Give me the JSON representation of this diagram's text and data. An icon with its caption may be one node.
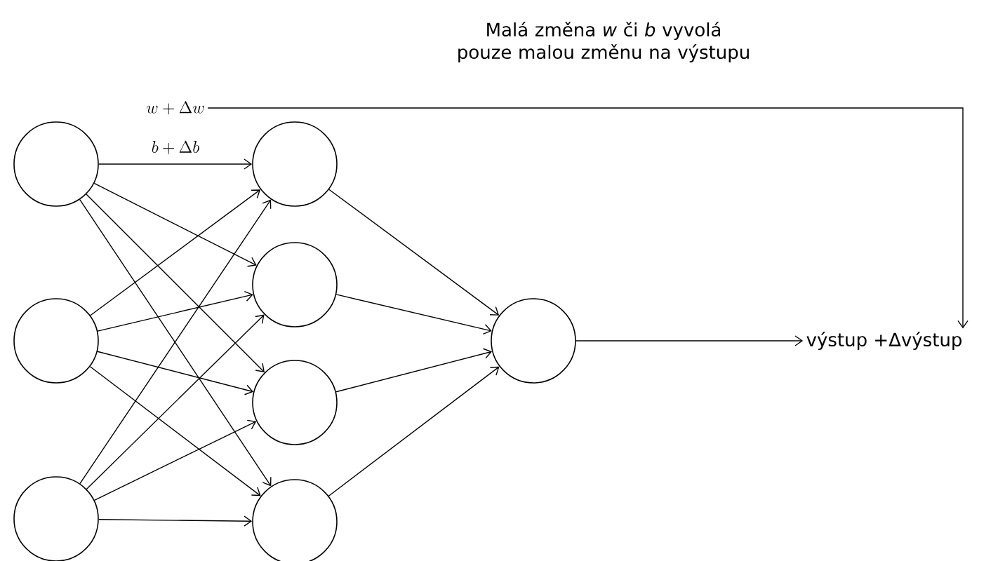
{
  "diagram": {
    "title": "Malá změna *w* či *b* vyvolá pouze malou změnu na výstupu",
    "nodes": [
      {
        "text": [],
        "shape": "circle"
      },
      {
        "text": [],
        "shape": "circle"
      },
      {
        "text": [],
        "shape": "circle"
      },
      {
        "text": [],
        "shape": "circle"
      },
      {
        "text": [],
        "shape": "circle"
      },
      {
        "text": [],
        "shape": "circle"
      },
      {
        "text": [],
        "shape": "circle"
      },
      {
        "text": [],
        "shape": "circle"
      },
      {
        "text": [
          "výstup +Δvýstup"
        ]
      },
      {
        "text": [
          "w + \\Delta w"
        ]
      }
    ],
    "edges": [
      {
        "from": 0,
        "to": 3,
        "arrow": "to",
        "label": "b + \\Delta b"
      },
      {
        "from": 0,
        "to": 4,
        "arrow": "to"
      },
      {
        "from": 0,
        "to": 5,
        "arrow": "to"
      },
      {
        "from": 0,
        "to": 6,
        "arrow": "to"
      },
      {
        "from": 1,
        "to": 3,
        "arrow": "to"
      },
      {
        "from": 1,
        "to": 4,
        "arrow": "to"
      },
      {
        "from": 1,
        "to": 5,
        "arrow": "to"
      },
      {
        "from": 1,
        "to": 6,
        "arrow": "to"
      },
      {
        "from": 2,
        "to": 3,
        "arrow": "to"
      },
      {
        "from": 2,
        "to": 4,
        "arrow": "to"
      },
      {
        "from": 2,
        "to": 5,
        "arrow": "to"
      },
      {
        "from": 2,
        "to": 6,
        "arrow": "to"
      },
      {
        "from": 3,
        "to": 7,
        "arrow": "to"
      },
      {
        "from": 4,
        "to": 7,
        "arrow": "to"
      },
      {
        "from": 5,
        "to": 7,
        "arrow": "to"
      },
      {
        "from": 6,
        "to": 7,
        "arrow": "to"
      },
      {
        "from": 7,
        "to": 8,
        "arrow": "to"
      },
      {
        "from": 9,
        "to": 8,
        "arrow": "to"
      }
    ]
  }
}
